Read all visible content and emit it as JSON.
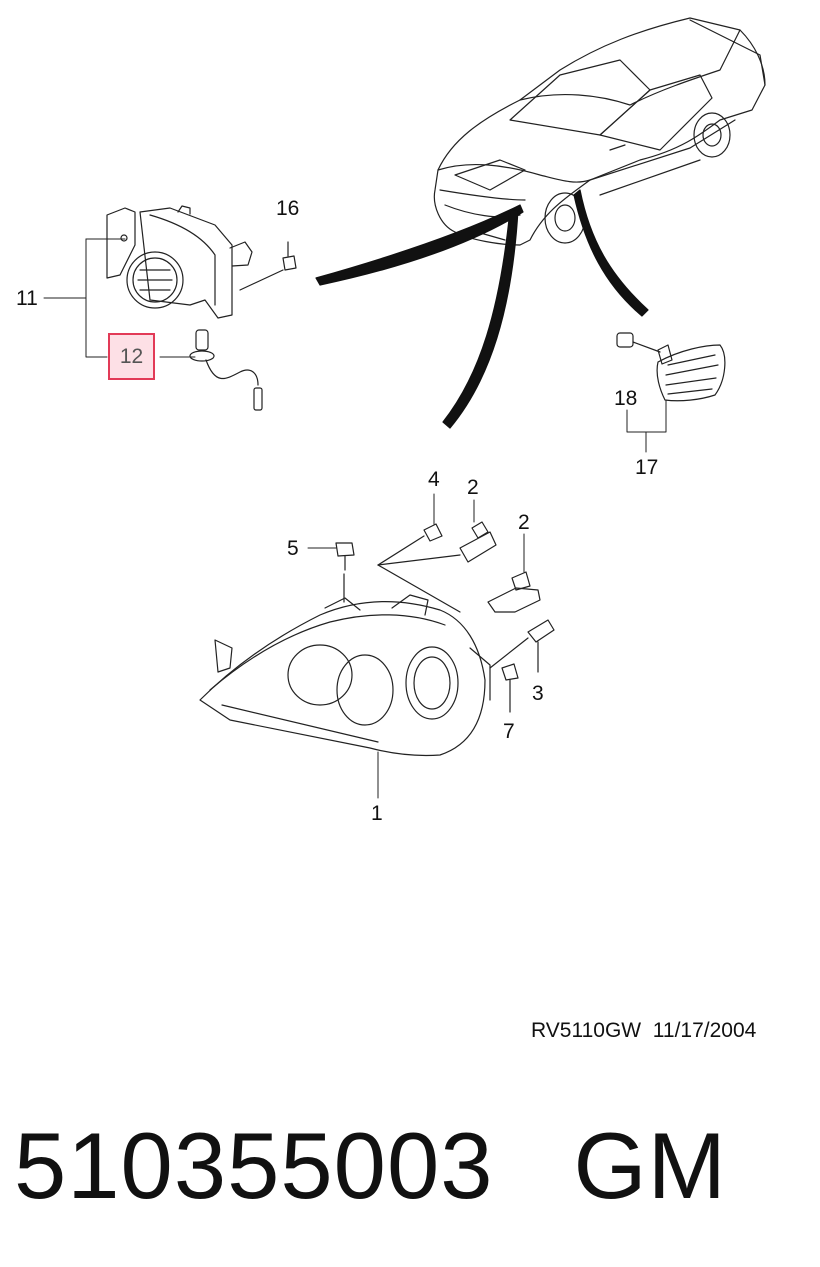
{
  "callouts": {
    "c1": "1",
    "c2a": "2",
    "c2b": "2",
    "c3": "3",
    "c4": "4",
    "c5": "5",
    "c7": "7",
    "c11": "11",
    "c12": "12",
    "c16": "16",
    "c17": "17",
    "c18": "18"
  },
  "highlight": {
    "color": "#e23a57",
    "fill": "#fde0e6"
  },
  "footer": {
    "doc_code": "RV5110GW  11/17/2004",
    "part_number": "510355003",
    "brand": "GM"
  }
}
